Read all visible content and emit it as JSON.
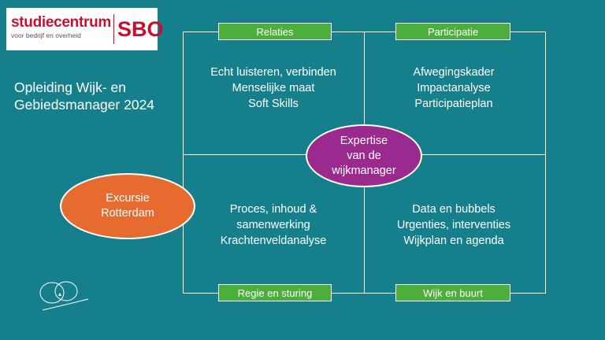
{
  "logo": {
    "name": "studiecentrum",
    "tagline": "voor bedrijf en overheid",
    "brand": "SBO",
    "brand_color": "#C8102E"
  },
  "title": {
    "line1": "Opleiding Wijk- en",
    "line2": "Gebiedsmanager 2024"
  },
  "colors": {
    "background": "#167F8C",
    "label_green": "#4CAE3B",
    "center_purple": "#9B2A8E",
    "excursion_orange": "#E76A2E"
  },
  "labels": {
    "top_left": "Relaties",
    "top_right": "Participatie",
    "bottom_left": "Regie en sturing",
    "bottom_right": "Wijk en buurt"
  },
  "quadrants": {
    "top_left": [
      "Echt luisteren, verbinden",
      "Menselijke maat",
      "Soft Skills"
    ],
    "top_right": [
      "Afwegingskader",
      "Impactanalyse",
      "Participatieplan"
    ],
    "bottom_left": [
      "Proces, inhoud &",
      "samenwerking",
      "Krachtenveldanalyse"
    ],
    "bottom_right": [
      "Data en bubbels",
      "Urgenties, interventies",
      "Wijkplan en agenda"
    ]
  },
  "center": {
    "line1": "Expertise",
    "line2": "van de",
    "line3": "wijkmanager"
  },
  "excursion": {
    "line1": "Excursie",
    "line2": "Rotterdam"
  }
}
